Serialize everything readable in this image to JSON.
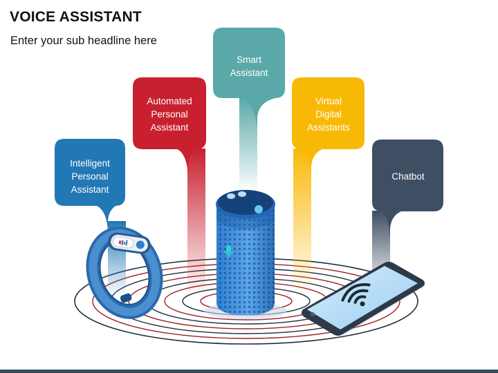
{
  "title": "VOICE ASSISTANT",
  "subtitle": "Enter your sub headline here",
  "callouts": [
    {
      "lines": [
        "Intelligent",
        "Personal",
        "Assistant"
      ],
      "color": "#2178b4"
    },
    {
      "lines": [
        "Automated",
        "Personal",
        "Assistant"
      ],
      "color": "#c8202f"
    },
    {
      "lines": [
        "Smart",
        "Assistant"
      ],
      "color": "#5aa8a8"
    },
    {
      "lines": [
        "Virtual",
        "Digital",
        "Assistants"
      ],
      "color": "#f8b906"
    },
    {
      "lines": [
        "Chatbot"
      ],
      "color": "#3e4e63"
    }
  ],
  "devices": [
    "fitness-band",
    "smart-speaker",
    "smartphone"
  ],
  "icons": [
    "microphone-icon",
    "wifi-icon",
    "heart-rate-icon"
  ]
}
